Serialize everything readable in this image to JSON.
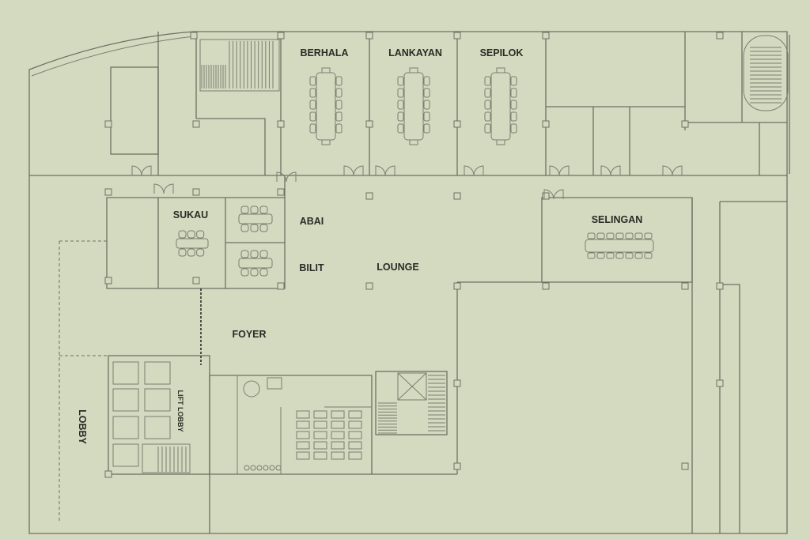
{
  "rooms": {
    "berhala": "BERHALA",
    "lankayan": "LANKAYAN",
    "sepilok": "SEPILOK",
    "sukau": "SUKAU",
    "abai": "ABAI",
    "bilit": "BILIT",
    "lounge": "LOUNGE",
    "selingan": "SELINGAN",
    "foyer": "FOYER",
    "lobby": "LOBBY",
    "lift_lobby": "LIFT LOBBY"
  },
  "colors": {
    "background": "#d4dabf",
    "walls": "#6d7163",
    "labels": "#2a2b25"
  }
}
